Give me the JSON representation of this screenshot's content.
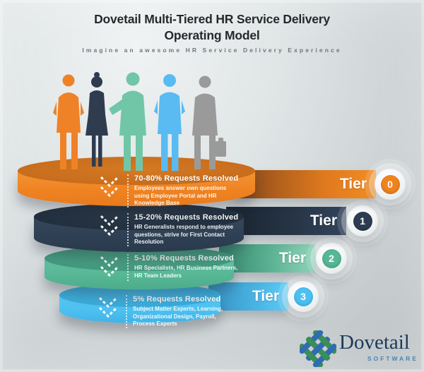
{
  "header": {
    "title_line1": "Dovetail Multi-Tiered HR Service Delivery",
    "title_line2": "Operating Model",
    "subtitle": "Imagine an awesome HR Service Delivery Experience"
  },
  "tiers": [
    {
      "band_label": "Tier",
      "number": "0",
      "heading": "70-80% Requests Resolved",
      "description": "Employees answer own questions using Employee Portal and HR Knowledge Base",
      "color": "#f0831f"
    },
    {
      "band_label": "Tier",
      "number": "1",
      "heading": "15-20% Requests Resolved",
      "description": "HR Generalists respond to employee questions, strive for First Contact Resolution",
      "color": "#2e3d51"
    },
    {
      "band_label": "Tier",
      "number": "2",
      "heading": "5-10% Requests Resolved",
      "description": "HR Specialists, HR Business Partners, HR Team Leaders",
      "color": "#56b795"
    },
    {
      "band_label": "Tier",
      "number": "3",
      "heading": "5% Requests Resolved",
      "description": "Subject Matter Experts, Learning, Organizational Design, Payroll, Process Experts",
      "color": "#4cc0f0"
    }
  ],
  "logo": {
    "brand": "Dovetail",
    "tagline": "SOFTWARE"
  },
  "colors": {
    "tier0_orange": "#ef8322",
    "tier1_navy": "#2e3d51",
    "tier2_teal": "#56b795",
    "tier3_blue": "#4cc0f0",
    "title_text": "#26282b",
    "subtitle_text": "#6e767b",
    "logo_blue": "#2f6cb3",
    "logo_green": "#3a8f53"
  }
}
